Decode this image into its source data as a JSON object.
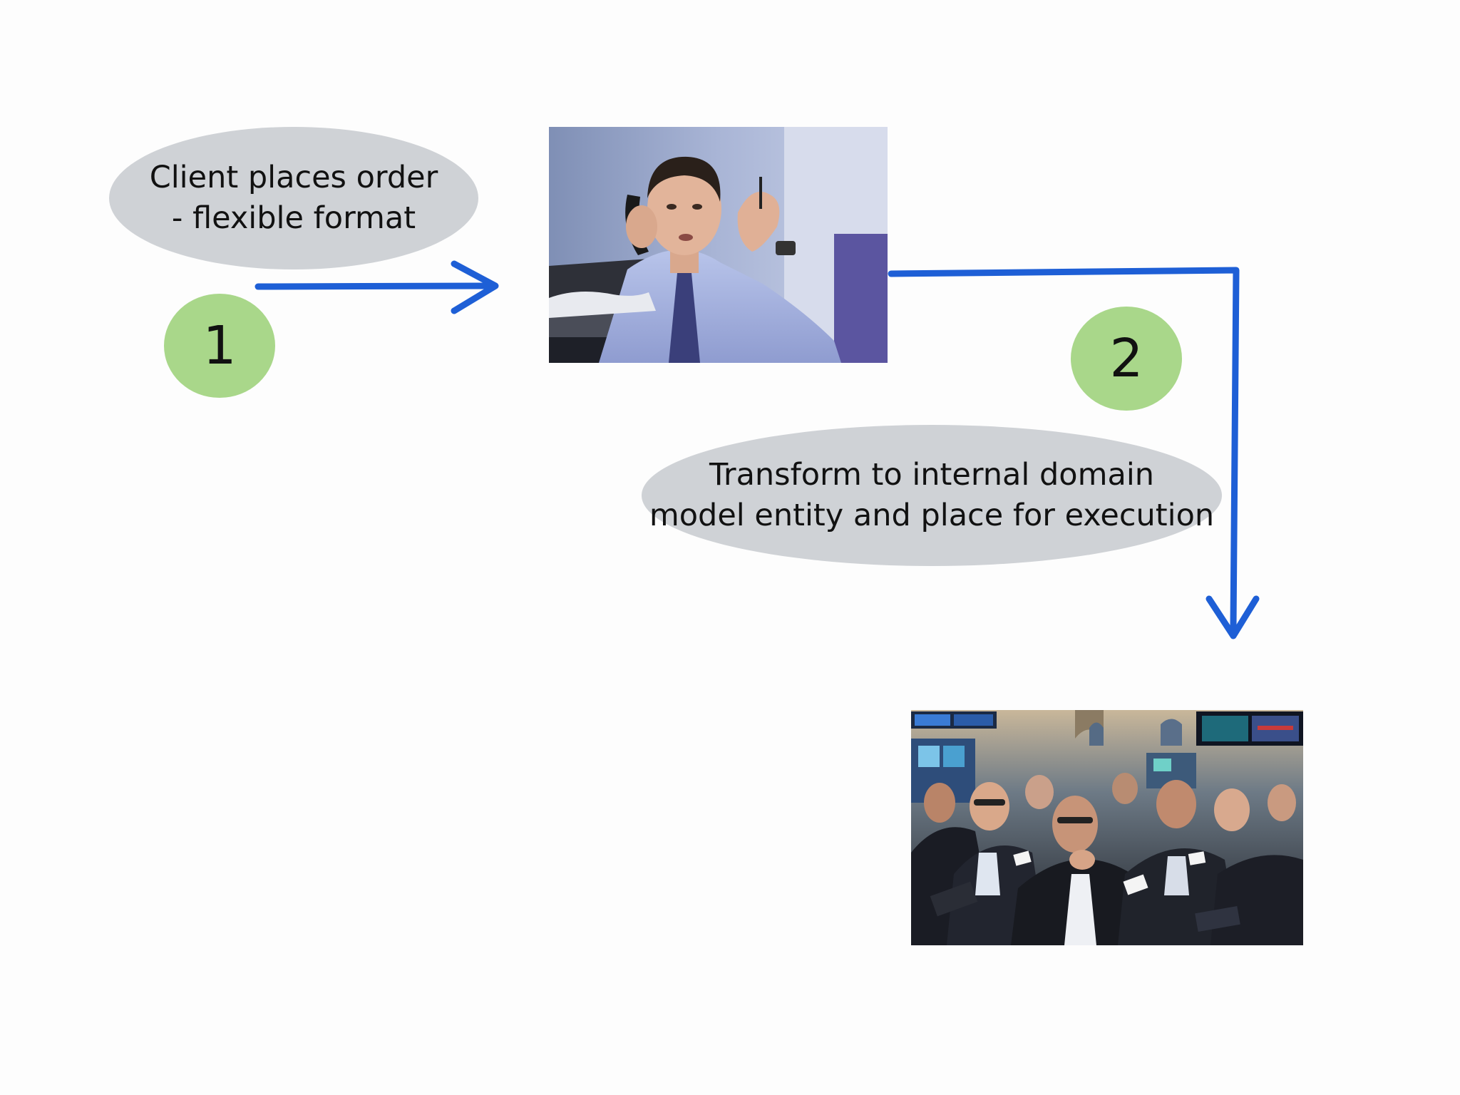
{
  "bubbles": {
    "step1_line1": "Client places order",
    "step1_line2": "- flexible format",
    "step2_line1": "Transform to internal domain",
    "step2_line2": "model entity and place for execution"
  },
  "steps": {
    "one": "1",
    "two": "2"
  },
  "images": {
    "photo1": "trader-on-phone-photo",
    "photo2": "trading-floor-crowd-photo"
  },
  "colors": {
    "bubble": "#cfd2d6",
    "step_badge": "#a9d78a",
    "arrow": "#1e5fd6",
    "background": "#fdfdfd"
  }
}
